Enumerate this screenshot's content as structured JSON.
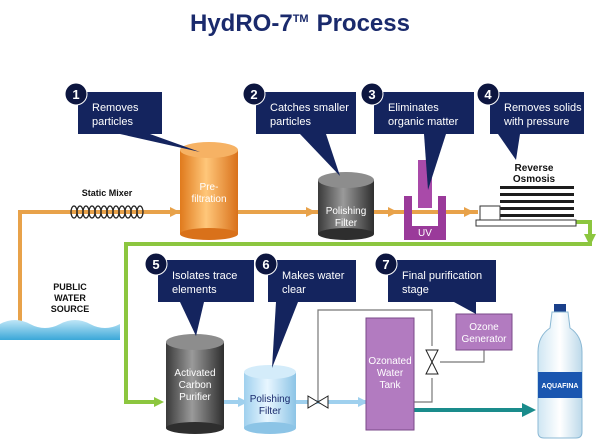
{
  "title": "HydRO-7",
  "title_mark": "TM",
  "title_suffix": "Process",
  "steps": [
    {
      "num": "1",
      "line1": "Removes",
      "line2": "particles"
    },
    {
      "num": "2",
      "line1": "Catches smaller",
      "line2": "particles"
    },
    {
      "num": "3",
      "line1": "Eliminates",
      "line2": "organic matter"
    },
    {
      "num": "4",
      "line1": "Removes solids",
      "line2": "with pressure"
    },
    {
      "num": "5",
      "line1": "Isolates trace",
      "line2": "elements"
    },
    {
      "num": "6",
      "line1": "Makes water",
      "line2": "clear"
    },
    {
      "num": "7",
      "line1": "Final purification",
      "line2": "stage"
    }
  ],
  "components": {
    "static_mixer": "Static Mixer",
    "prefiltration_1": "Pre-",
    "prefiltration_2": "filtration",
    "polishing_filter_1_line1": "Polishing",
    "polishing_filter_1_line2": "Filter",
    "uv": "UV",
    "reverse_osmosis_1": "Reverse",
    "reverse_osmosis_2": "Osmosis",
    "source_1": "PUBLIC",
    "source_2": "WATER",
    "source_3": "SOURCE",
    "carbon_1": "Activated",
    "carbon_2": "Carbon",
    "carbon_3": "Purifier",
    "polishing_filter_2_line1": "Polishing",
    "polishing_filter_2_line2": "Filter",
    "tank_1": "Ozonated",
    "tank_2": "Water",
    "tank_3": "Tank",
    "ozone_1": "Ozone",
    "ozone_2": "Generator",
    "bottle_brand": "AQUAFINA"
  },
  "colors": {
    "callout": "#14245e",
    "number_circle": "#0d1640",
    "orange_pipe": "#e8a24a",
    "green_pipe": "#8cc63f",
    "teal_pipe": "#1a8c8c",
    "prefilter": "#f5a040",
    "uv": "#9a3a9a",
    "tank": "#b27bc0",
    "ozone": "#b27bc0",
    "title": "#1a2a6c"
  }
}
